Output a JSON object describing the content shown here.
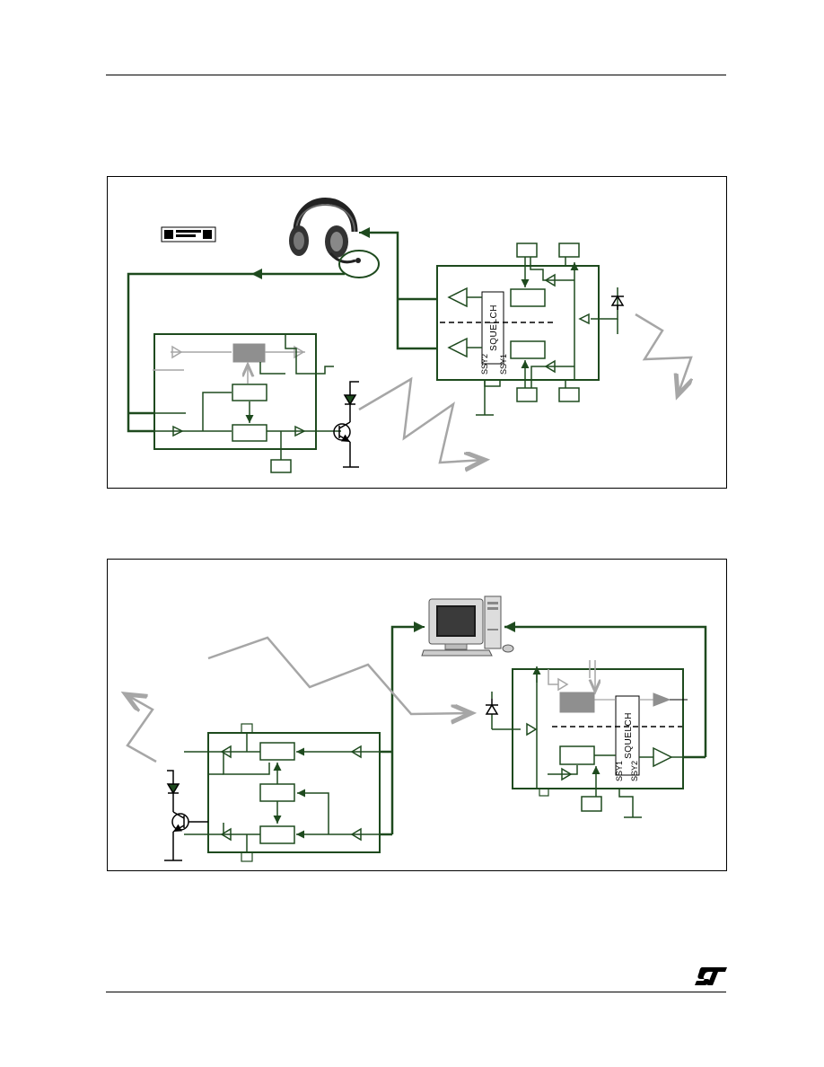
{
  "diagram_top": {
    "squelch_label": "SQUELCH",
    "pins": [
      "SSY2",
      "SSY1"
    ]
  },
  "diagram_bottom": {
    "squelch_label": "SQUELCH",
    "pins": [
      "SSY1",
      "SSY2"
    ]
  },
  "colors": {
    "wire": "#1e4a1e",
    "wave": "#a6a6a6",
    "block_fill": "#8f8f8f",
    "stroke": "#000000"
  },
  "icons": [
    "headset-icon",
    "microphone-icon",
    "computer-icon",
    "photodiode-icon",
    "transistor-icon",
    "led-icon",
    "st-logo-icon"
  ]
}
